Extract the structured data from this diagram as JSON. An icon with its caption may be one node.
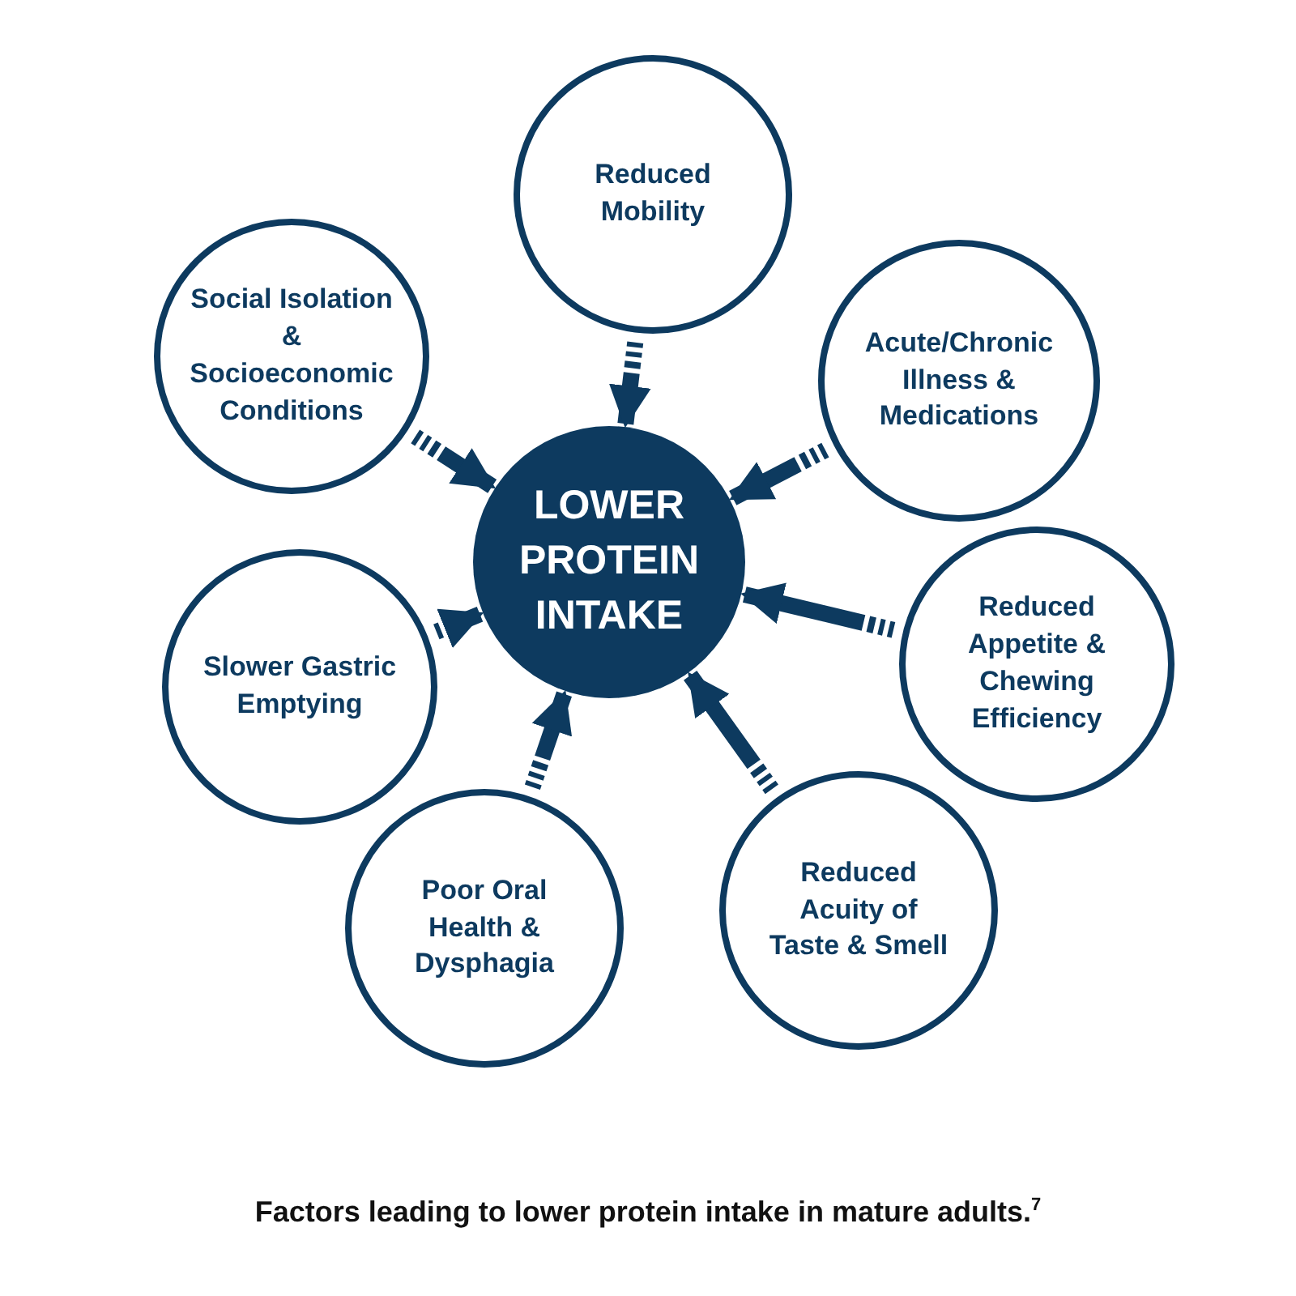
{
  "diagram": {
    "caption": "Factors leading to lower protein intake in mature adults.$^{7}$",
    "nodes": [
      {
        "text": [
          "Reduced Mobility"
        ]
      },
      {
        "text": [
          "Social Isolation & Socioeconomic Conditions"
        ]
      },
      {
        "text": [
          "Acute/Chronic Illness & Medications"
        ]
      },
      {
        "text": [
          "LOWER PROTEIN INTAKE"
        ]
      },
      {
        "text": [
          "Reduced Appetite & Chewing Efficiency"
        ]
      },
      {
        "text": [
          "Slower Gastric Emptying"
        ]
      },
      {
        "text": [
          "Reduced Acuity of Taste & Smell"
        ]
      },
      {
        "text": [
          "Poor Oral Health & Dysphagia"
        ]
      }
    ],
    "edges": [
      {
        "from": 0,
        "to": 3,
        "arrow": "to"
      },
      {
        "from": 1,
        "to": 3,
        "arrow": "to"
      },
      {
        "from": 2,
        "to": 3,
        "arrow": "to"
      },
      {
        "from": 4,
        "to": 3,
        "arrow": "to"
      },
      {
        "from": 5,
        "to": 3,
        "arrow": "to"
      },
      {
        "from": 6,
        "to": 3,
        "arrow": "to"
      },
      {
        "from": 7,
        "to": 3,
        "arrow": "to"
      }
    ]
  }
}
